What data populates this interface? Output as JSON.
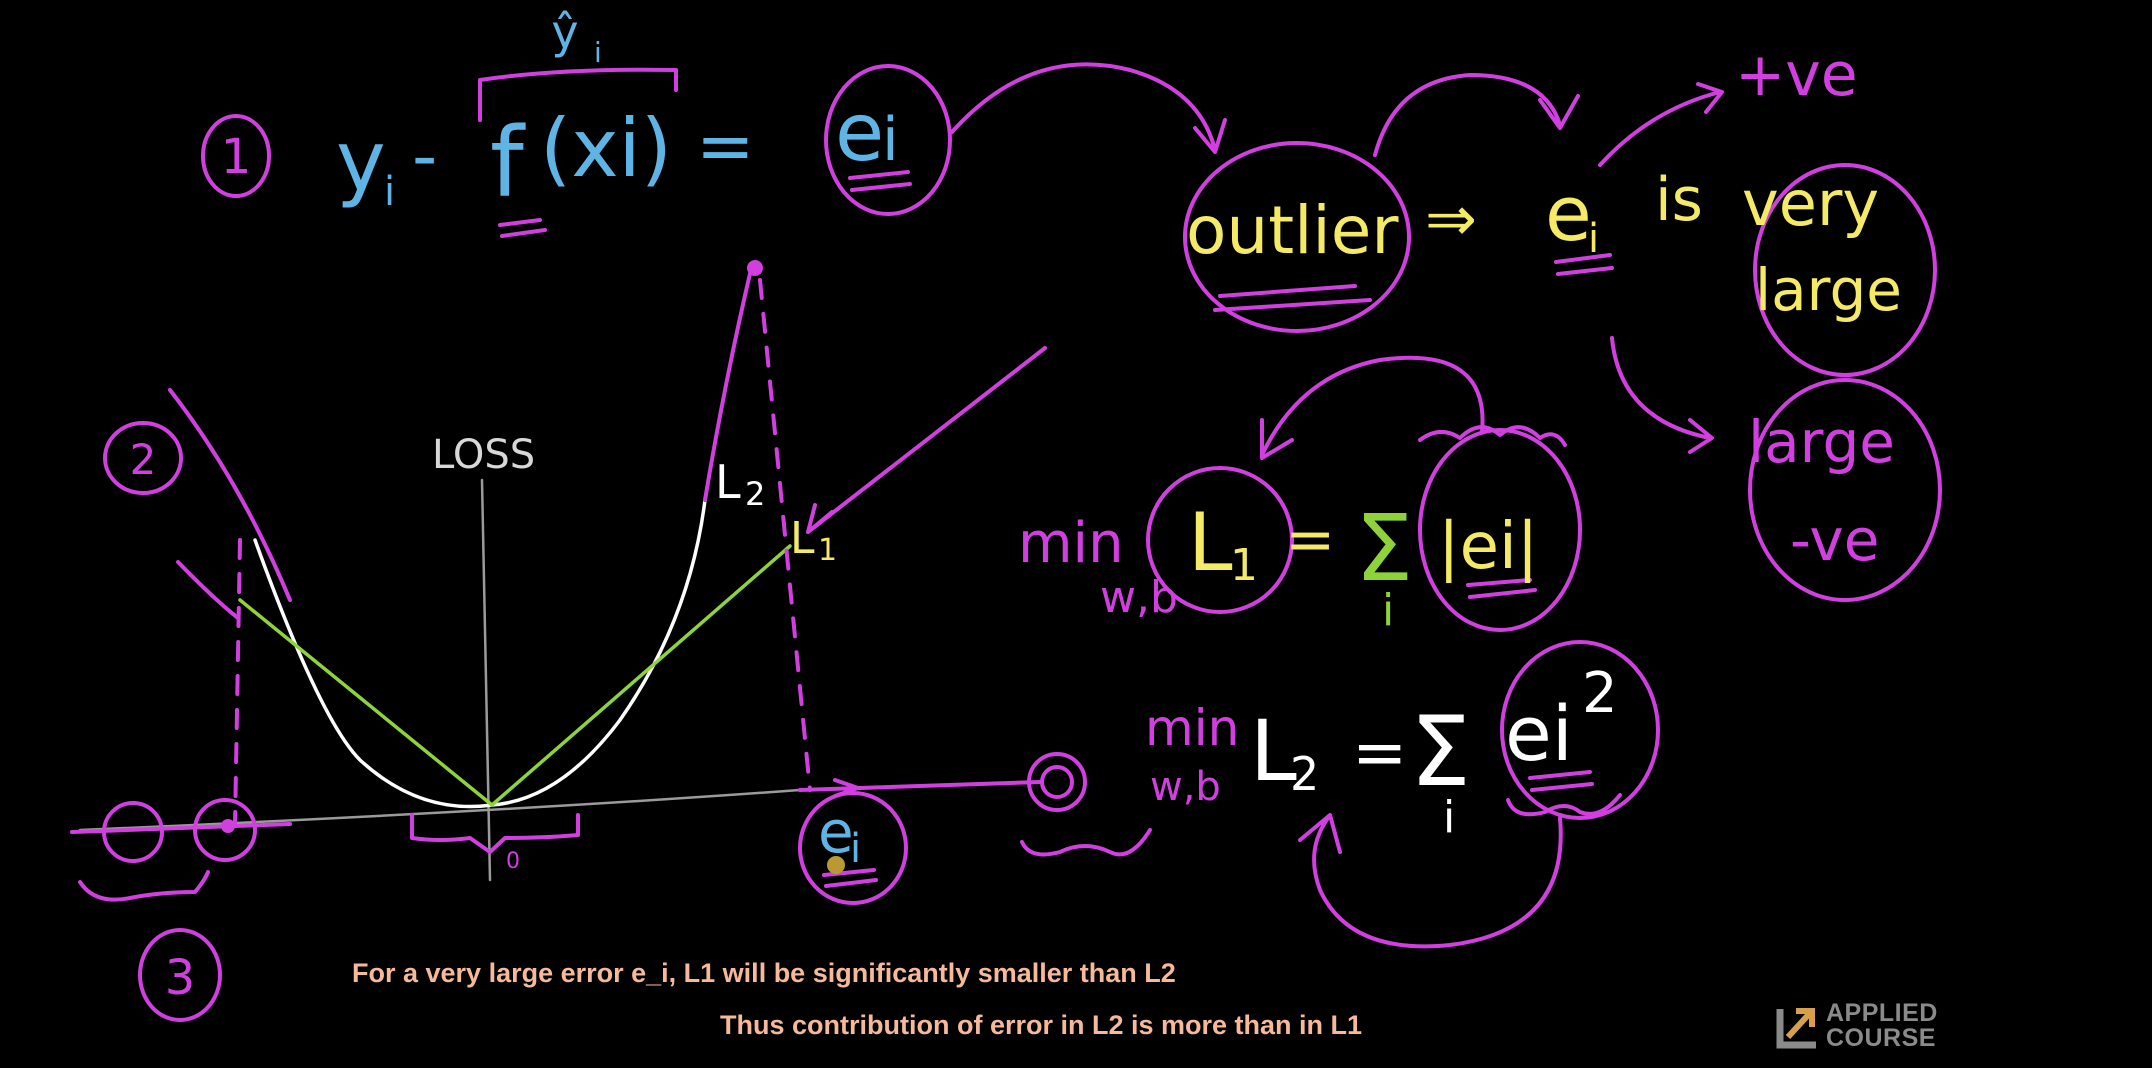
{
  "labels": {
    "step1": "1",
    "step2": "2",
    "step3": "3",
    "yhat": "ŷ",
    "yhat_sub": "i",
    "eq_y": "y",
    "eq_y_sub": "i",
    "eq_minus": "-",
    "eq_f": "f",
    "eq_arg": "(xi)",
    "eq_equals": "=",
    "eq_e": "e",
    "eq_e_sub": "i",
    "outlier": "outlier",
    "implies": "⇒",
    "outlier_e": "e",
    "outlier_e_sub": "i",
    "is": "is",
    "very": "very",
    "large": "large",
    "pos": "+ve",
    "large2": "large",
    "neg": "-ve",
    "loss_axis": "LOSS",
    "l2_curve": "L",
    "l2_curve_sub": "2",
    "l1_curve": "L",
    "l1_curve_sub": "1",
    "ei_axis": "e",
    "ei_axis_sub": "i",
    "zero": "0",
    "min1": "min",
    "min1_sub": "w,b",
    "l1_name": "L",
    "l1_name_sub": "1",
    "l1_eq": "=",
    "l1_sum": "Σ",
    "l1_sum_sub": "i",
    "l1_term": "|ei|",
    "min2": "min",
    "min2_sub": "w,b",
    "l2_name": "L",
    "l2_name_sub": "2",
    "l2_eq": "=",
    "l2_sum": "Σ",
    "l2_sum_sub": "i",
    "l2_term": "ei",
    "l2_pow": "2"
  },
  "captions": {
    "line1": "For a very large error e_i, L1 will be significantly smaller than L2",
    "line2": "Thus contribution of error in L2 is more than in L1"
  },
  "logo": {
    "line1": "APPLIED",
    "line2": "COURSE"
  },
  "colors": {
    "background": "#000000",
    "magenta": "#d23fe0",
    "blue": "#5fb4e6",
    "yellow": "#f4ea66",
    "white": "#ffffff",
    "green": "#8fd33a",
    "gray": "#9a9a9a",
    "caption": "#f6b99a"
  }
}
